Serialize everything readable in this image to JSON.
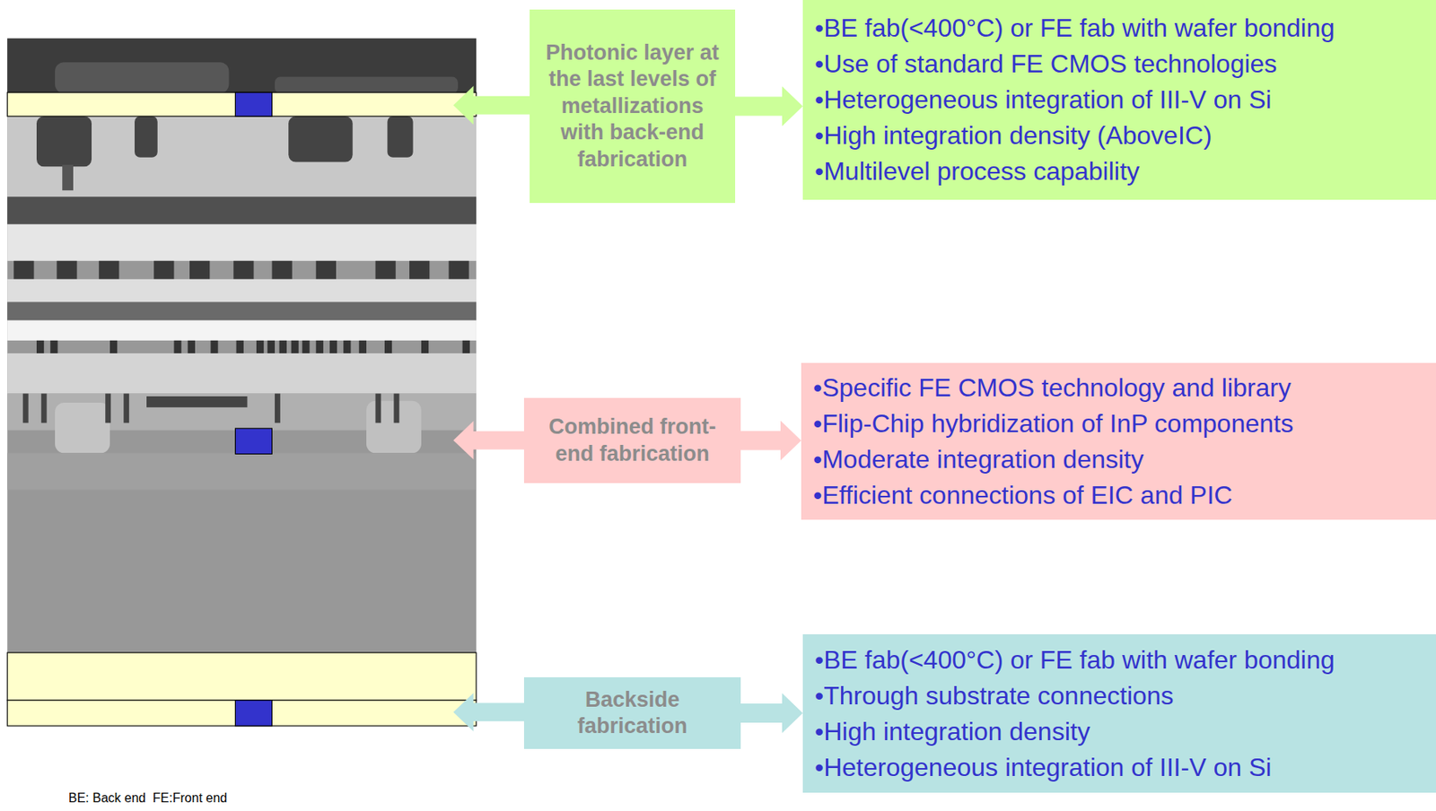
{
  "diagram": {
    "nodes": [
      {
        "text": [
          "Photonic layer at the last levels of metallizations with back-end fabrication"
        ]
      },
      {
        "text": [
          "•BE fab(<400°C) or FE fab with wafer bonding",
          "•Use of standard FE CMOS technologies",
          "•Heterogeneous integration of III-V on Si",
          "•High integration density (AboveIC)",
          "•Multilevel process capability"
        ]
      },
      {
        "text": [
          "Combined front-end fabrication"
        ]
      },
      {
        "text": [
          "•Specific FE CMOS technology and library",
          "•Flip-Chip hybridization of InP components",
          "•Moderate integration density",
          "•Efficient connections of EIC and PIC"
        ]
      },
      {
        "text": [
          "Backside fabrication"
        ]
      },
      {
        "text": [
          "•BE fab(<400°C) or FE fab with wafer bonding",
          "•Through substrate connections",
          "•High integration density",
          "•Heterogeneous integration of III-V on Si"
        ]
      }
    ],
    "edges": [
      {
        "from": 0,
        "to": 1,
        "arrow": "to"
      },
      {
        "from": 2,
        "to": 3,
        "arrow": "to"
      },
      {
        "from": 4,
        "to": 5,
        "arrow": "to"
      }
    ],
    "labels": [
      "BE: Back end  FE:Front end"
    ]
  }
}
